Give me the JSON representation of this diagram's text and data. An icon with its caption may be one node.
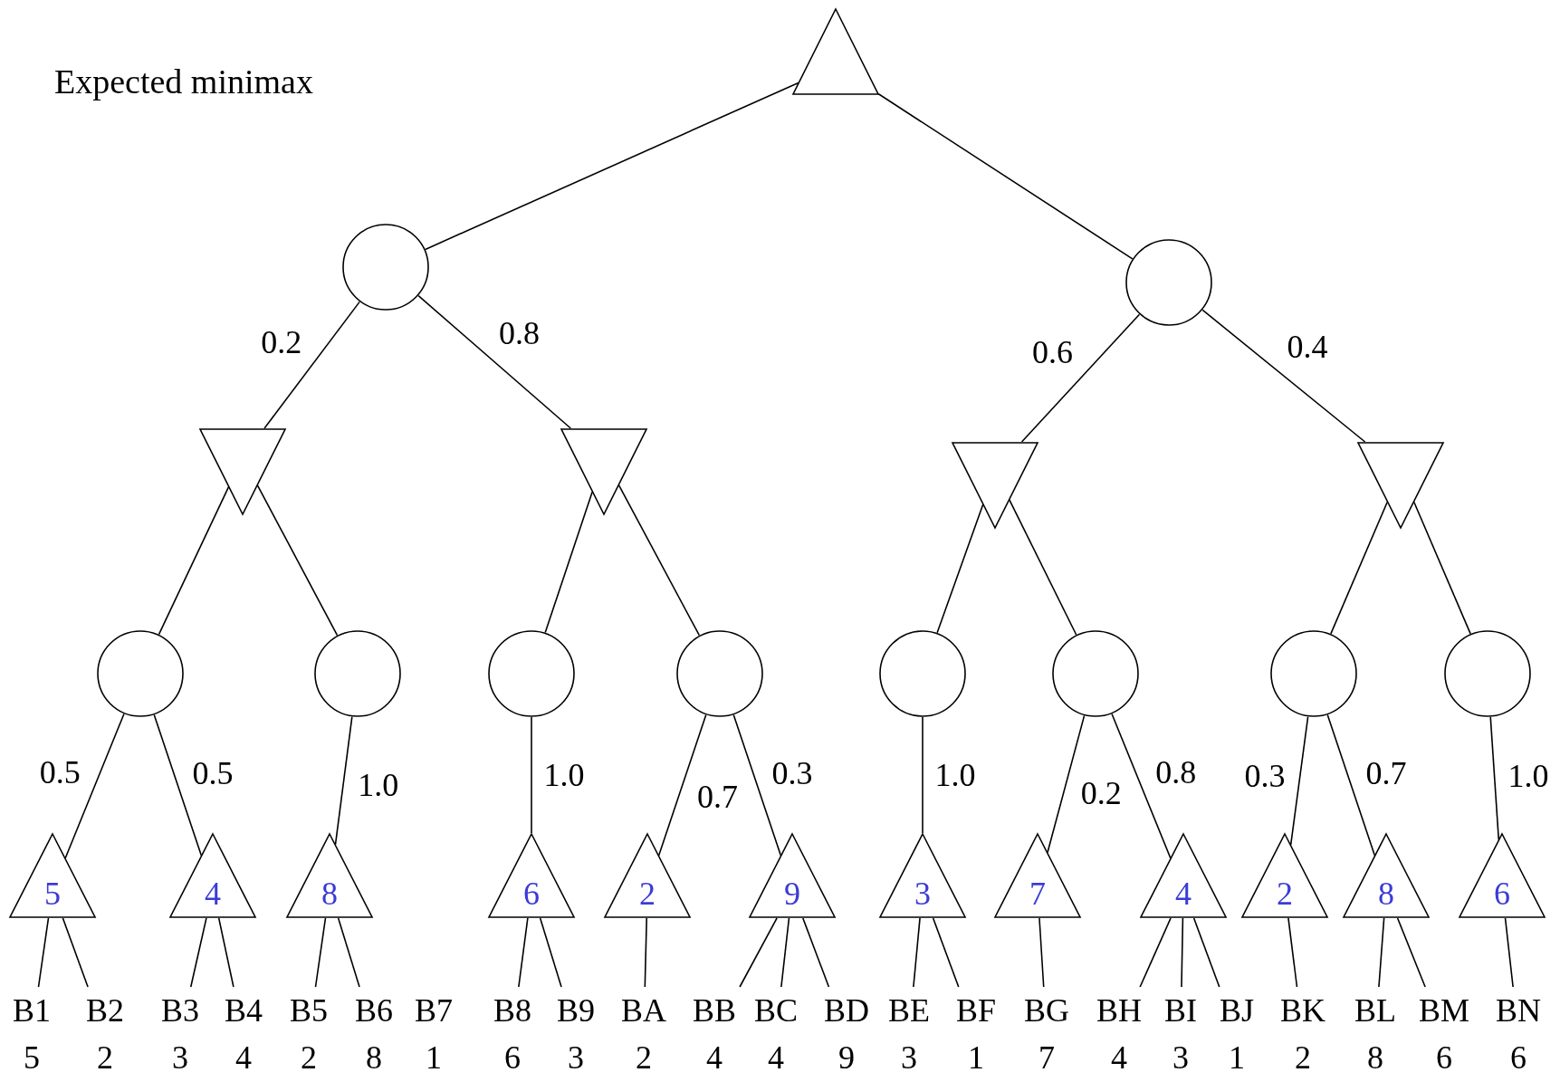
{
  "diagram": {
    "title": "Expected minimax",
    "nodes": [
      {
        "text": [],
        "shape": "triangle"
      },
      {
        "text": [],
        "shape": "circle"
      },
      {
        "text": [],
        "shape": "circle"
      },
      {
        "text": [],
        "shape": "triangle"
      },
      {
        "text": [],
        "shape": "triangle"
      },
      {
        "text": [],
        "shape": "triangle"
      },
      {
        "text": [],
        "shape": "triangle"
      },
      {
        "text": [],
        "shape": "circle"
      },
      {
        "text": [],
        "shape": "circle"
      },
      {
        "text": [],
        "shape": "circle"
      },
      {
        "text": [],
        "shape": "circle"
      },
      {
        "text": [],
        "shape": "circle"
      },
      {
        "text": [],
        "shape": "circle"
      },
      {
        "text": [],
        "shape": "circle"
      },
      {
        "text": [],
        "shape": "circle"
      },
      {
        "text": [
          "5"
        ]
      },
      {
        "text": [
          "4"
        ]
      },
      {
        "text": [
          "8"
        ]
      },
      {
        "text": [
          "6"
        ]
      },
      {
        "text": [
          "2"
        ]
      },
      {
        "text": [
          "9"
        ]
      },
      {
        "text": [
          "3"
        ]
      },
      {
        "text": [
          "7"
        ]
      },
      {
        "text": [
          "4"
        ]
      },
      {
        "text": [
          "2"
        ]
      },
      {
        "text": [
          "8"
        ]
      },
      {
        "text": [
          "6"
        ]
      },
      {
        "text": [
          "B1",
          "5"
        ]
      },
      {
        "text": [
          "B2",
          "2"
        ]
      },
      {
        "text": [
          "B3",
          "3"
        ]
      },
      {
        "text": [
          "B4",
          "4"
        ]
      },
      {
        "text": [
          "B5",
          "2"
        ]
      },
      {
        "text": [
          "B6",
          "8"
        ]
      },
      {
        "text": [
          "B7",
          "1"
        ]
      },
      {
        "text": [
          "B8",
          "6"
        ]
      },
      {
        "text": [
          "B9",
          "3"
        ]
      },
      {
        "text": [
          "BA",
          "2"
        ]
      },
      {
        "text": [
          "BB",
          "4"
        ]
      },
      {
        "text": [
          "BC",
          "4"
        ]
      },
      {
        "text": [
          "BD",
          "9"
        ]
      },
      {
        "text": [
          "BE",
          "3"
        ]
      },
      {
        "text": [
          "BF",
          "1"
        ]
      },
      {
        "text": [
          "BG",
          "7"
        ]
      },
      {
        "text": [
          "BH",
          "4"
        ]
      },
      {
        "text": [
          "BI",
          "3"
        ]
      },
      {
        "text": [
          "BJ",
          "1"
        ]
      },
      {
        "text": [
          "BK",
          "2"
        ]
      },
      {
        "text": [
          "BL",
          "8"
        ]
      },
      {
        "text": [
          "BM",
          "6"
        ]
      },
      {
        "text": [
          "BN",
          "6"
        ]
      }
    ],
    "edges": [
      {
        "from": 0,
        "to": 1,
        "arrow": "none"
      },
      {
        "from": 0,
        "to": 2,
        "arrow": "none"
      },
      {
        "from": 1,
        "to": 3,
        "arrow": "none",
        "label": "0.2"
      },
      {
        "from": 1,
        "to": 4,
        "arrow": "none",
        "label": "0.8"
      },
      {
        "from": 2,
        "to": 5,
        "arrow": "none",
        "label": "0.6"
      },
      {
        "from": 2,
        "to": 6,
        "arrow": "none",
        "label": "0.4"
      },
      {
        "from": 3,
        "to": 7,
        "arrow": "none"
      },
      {
        "from": 3,
        "to": 8,
        "arrow": "none"
      },
      {
        "from": 4,
        "to": 9,
        "arrow": "none"
      },
      {
        "from": 4,
        "to": 10,
        "arrow": "none"
      },
      {
        "from": 5,
        "to": 11,
        "arrow": "none"
      },
      {
        "from": 5,
        "to": 12,
        "arrow": "none"
      },
      {
        "from": 6,
        "to": 13,
        "arrow": "none"
      },
      {
        "from": 6,
        "to": 14,
        "arrow": "none"
      },
      {
        "from": 7,
        "to": 15,
        "arrow": "none",
        "label": "0.5"
      },
      {
        "from": 7,
        "to": 16,
        "arrow": "none",
        "label": "0.5"
      },
      {
        "from": 8,
        "to": 17,
        "arrow": "none",
        "label": "1.0"
      },
      {
        "from": 9,
        "to": 18,
        "arrow": "none",
        "label": "1.0"
      },
      {
        "from": 10,
        "to": 19,
        "arrow": "none",
        "label": "0.7"
      },
      {
        "from": 10,
        "to": 20,
        "arrow": "none",
        "label": "0.3"
      },
      {
        "from": 11,
        "to": 21,
        "arrow": "none",
        "label": "1.0"
      },
      {
        "from": 12,
        "to": 22,
        "arrow": "none",
        "label": "0.2"
      },
      {
        "from": 12,
        "to": 23,
        "arrow": "none",
        "label": "0.8"
      },
      {
        "from": 13,
        "to": 24,
        "arrow": "none",
        "label": "0.3"
      },
      {
        "from": 13,
        "to": 25,
        "arrow": "none",
        "label": "0.7"
      },
      {
        "from": 14,
        "to": 26,
        "arrow": "none",
        "label": "1.0"
      },
      {
        "from": 15,
        "to": 27,
        "arrow": "none"
      },
      {
        "from": 15,
        "to": 28,
        "arrow": "none"
      },
      {
        "from": 16,
        "to": 29,
        "arrow": "none"
      },
      {
        "from": 16,
        "to": 30,
        "arrow": "none"
      },
      {
        "from": 17,
        "to": 31,
        "arrow": "none"
      },
      {
        "from": 17,
        "to": 32,
        "arrow": "none"
      },
      {
        "from": 18,
        "to": 34,
        "arrow": "none"
      },
      {
        "from": 18,
        "to": 35,
        "arrow": "none"
      },
      {
        "from": 19,
        "to": 36,
        "arrow": "none"
      },
      {
        "from": 20,
        "to": 37,
        "arrow": "none"
      },
      {
        "from": 20,
        "to": 38,
        "arrow": "none"
      },
      {
        "from": 20,
        "to": 39,
        "arrow": "none"
      },
      {
        "from": 21,
        "to": 40,
        "arrow": "none"
      },
      {
        "from": 21,
        "to": 41,
        "arrow": "none"
      },
      {
        "from": 22,
        "to": 42,
        "arrow": "none"
      },
      {
        "from": 23,
        "to": 43,
        "arrow": "none"
      },
      {
        "from": 23,
        "to": 44,
        "arrow": "none"
      },
      {
        "from": 23,
        "to": 45,
        "arrow": "none"
      },
      {
        "from": 24,
        "to": 46,
        "arrow": "none"
      },
      {
        "from": 25,
        "to": 47,
        "arrow": "none"
      },
      {
        "from": 25,
        "to": 48,
        "arrow": "none"
      },
      {
        "from": 26,
        "to": 49,
        "arrow": "none"
      }
    ]
  }
}
